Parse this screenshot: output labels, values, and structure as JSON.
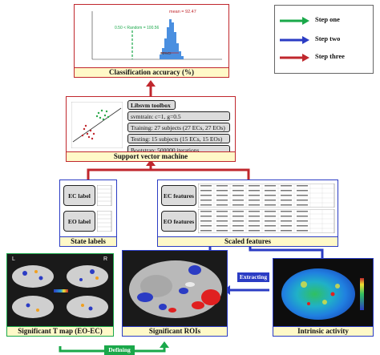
{
  "legend": {
    "items": [
      {
        "label": "Step one",
        "color": "#1aa84a"
      },
      {
        "label": "Step two",
        "color": "#2b3cc4"
      },
      {
        "label": "Step three",
        "color": "#c0272d"
      }
    ]
  },
  "classification": {
    "title": "Classification accuracy (%)",
    "mean_label": "mean = 92.47",
    "random_label": "0.50 < Random = 100.56",
    "pct_label": "95%CI"
  },
  "svm": {
    "title": "Support vector machine",
    "toolbox": "Libsvm toolbox",
    "svmtrain": "svmtrain: c=1, g=0.5",
    "training": "Training:  27 subjects (27 ECs, 27 EOs)",
    "testing": "Testing:      15 subjects (15 ECs, 15 EOs)",
    "bootstrap": "Bootstrap: 500000 iterations"
  },
  "state_labels": {
    "title": "State labels",
    "ec": "EC label",
    "eo": "EO label"
  },
  "scaled_features": {
    "title": "Scaled features",
    "ec": "EC features",
    "eo": "EO features"
  },
  "bottom": {
    "tmap_title": "Significant T map (EO-EC)",
    "rois_title": "Significant ROIs",
    "intrinsic_title": "Intrinsic activity",
    "extracting": "Extracting",
    "defining": "Defining",
    "left_mark": "L",
    "right_mark": "R"
  }
}
